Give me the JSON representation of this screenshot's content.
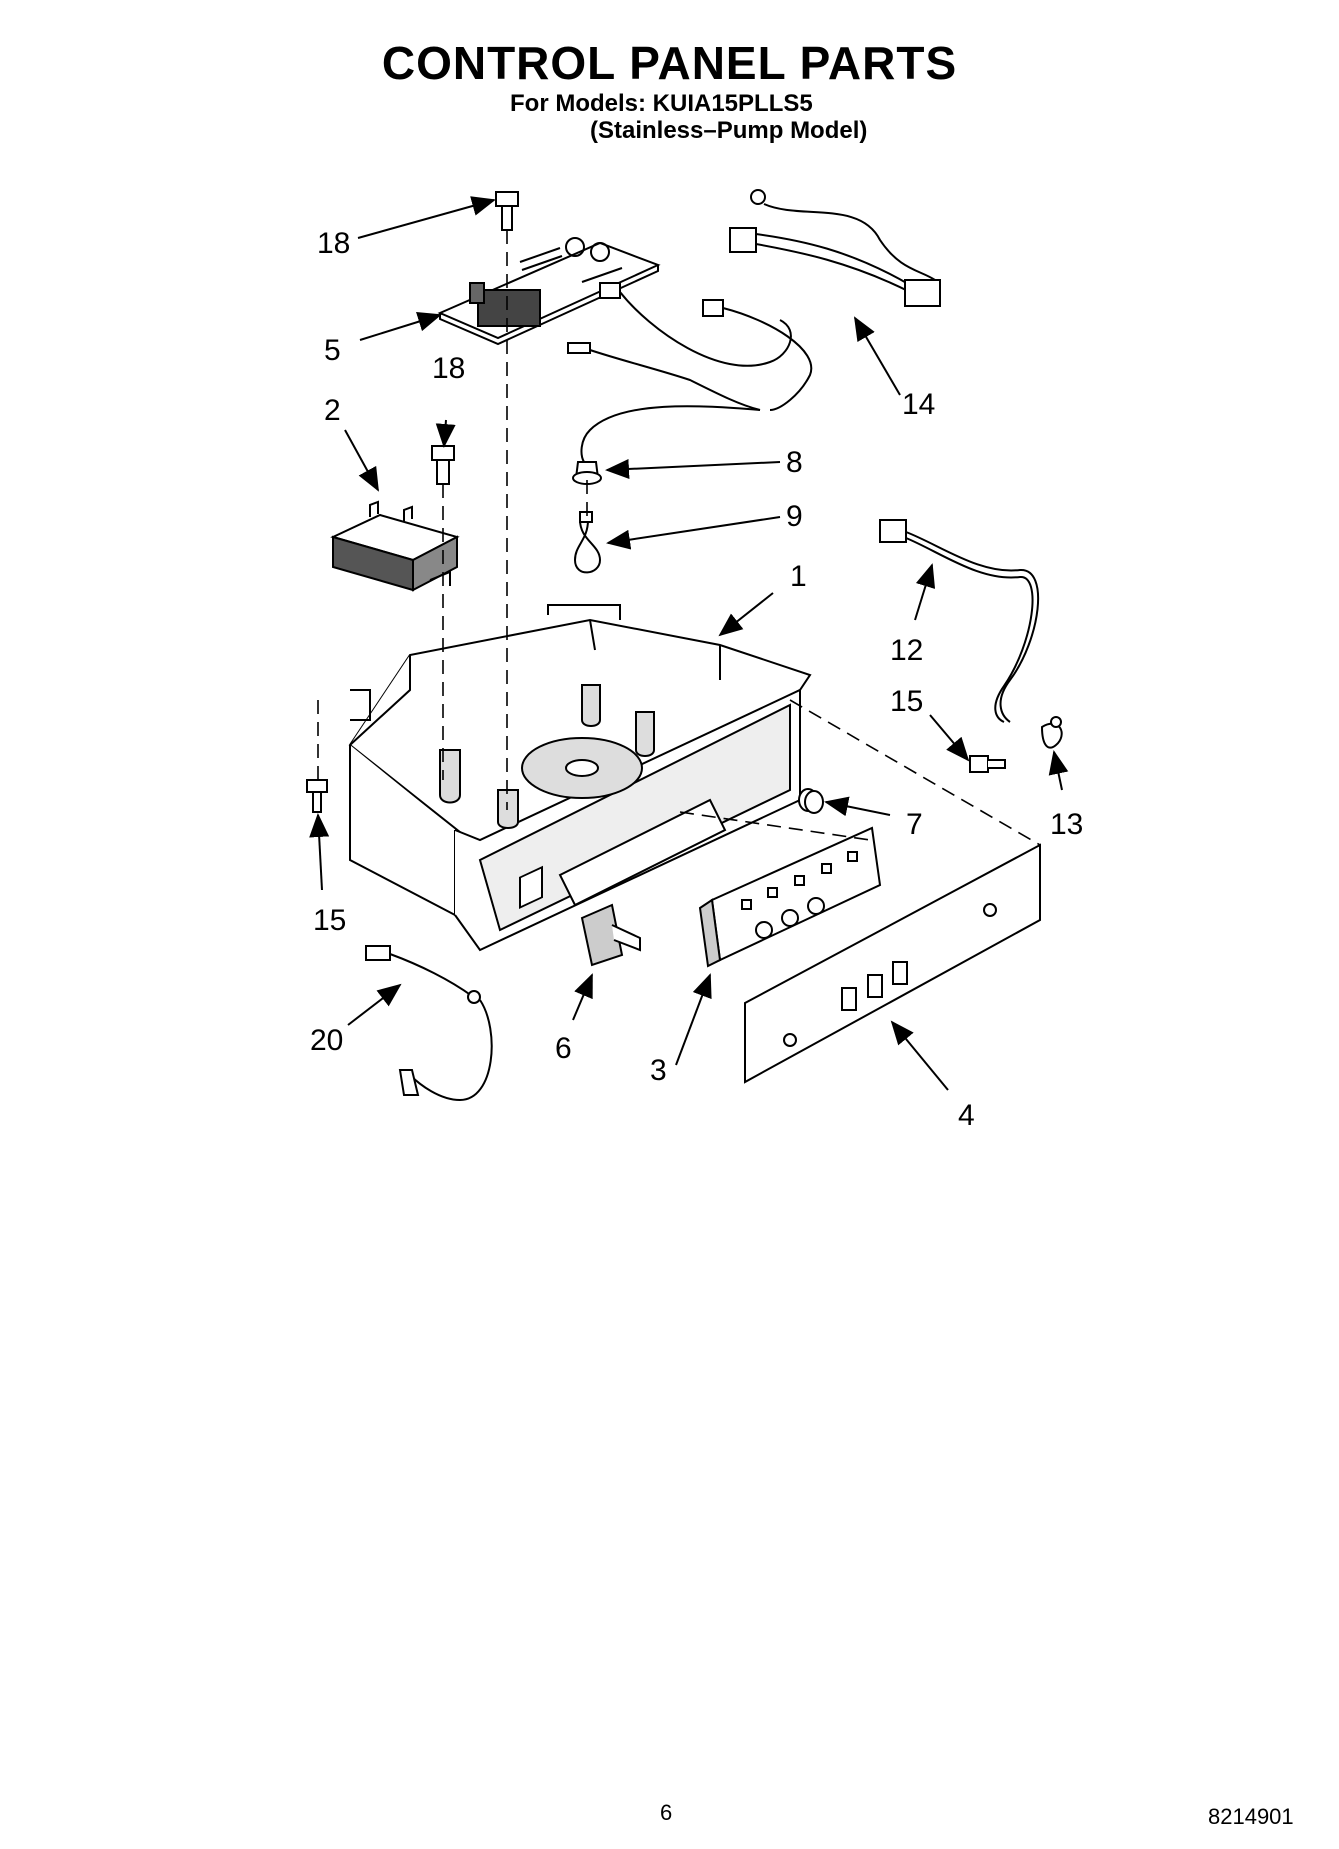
{
  "header": {
    "title": "CONTROL PANEL PARTS",
    "models_line": "For Models: KUIA15PLLS5",
    "variant_line": "(Stainless–Pump Model)"
  },
  "callouts": [
    "18",
    "5",
    "18",
    "2",
    "14",
    "8",
    "9",
    "1",
    "12",
    "15",
    "13",
    "7",
    "15",
    "20",
    "6",
    "3",
    "4"
  ],
  "footer": {
    "page_number": "6",
    "document_number": "8214901"
  }
}
